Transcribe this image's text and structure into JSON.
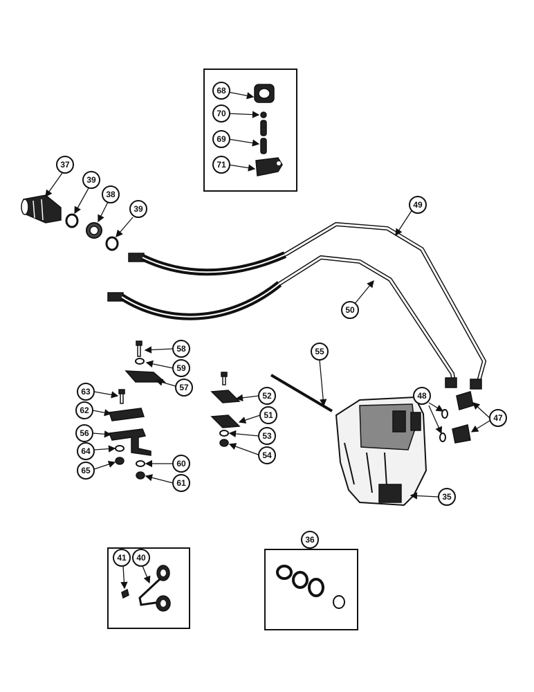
{
  "callouts": {
    "c68": "68",
    "c70": "70",
    "c69": "69",
    "c71": "71",
    "c37": "37",
    "c39a": "39",
    "c38": "38",
    "c39b": "39",
    "c49": "49",
    "c50": "50",
    "c55": "55",
    "c58": "58",
    "c59": "59",
    "c57": "57",
    "c63": "63",
    "c62": "62",
    "c56": "56",
    "c64": "64",
    "c65": "65",
    "c60": "60",
    "c61": "61",
    "c52": "52",
    "c51": "51",
    "c53": "53",
    "c54": "54",
    "c48": "48",
    "c47": "47",
    "c35": "35",
    "c41": "41",
    "c40": "40",
    "c36": "36"
  }
}
